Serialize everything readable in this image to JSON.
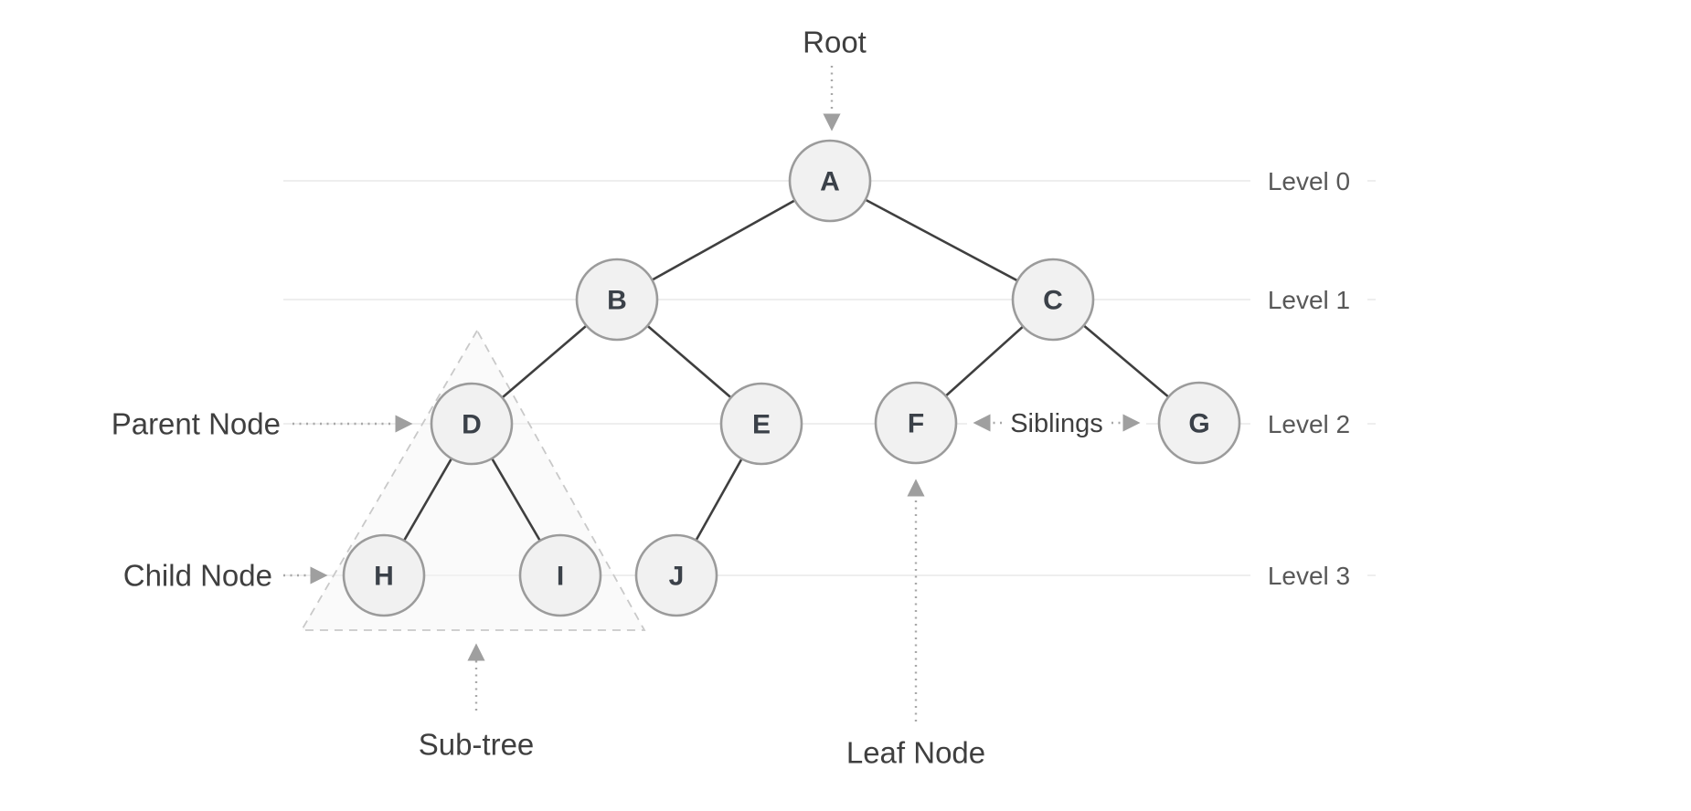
{
  "nodes": [
    {
      "id": "A",
      "label": "A",
      "level": 0
    },
    {
      "id": "B",
      "label": "B",
      "level": 1
    },
    {
      "id": "C",
      "label": "C",
      "level": 1
    },
    {
      "id": "D",
      "label": "D",
      "level": 2
    },
    {
      "id": "E",
      "label": "E",
      "level": 2
    },
    {
      "id": "F",
      "label": "F",
      "level": 2
    },
    {
      "id": "G",
      "label": "G",
      "level": 2
    },
    {
      "id": "H",
      "label": "H",
      "level": 3
    },
    {
      "id": "I",
      "label": "I",
      "level": 3
    },
    {
      "id": "J",
      "label": "J",
      "level": 3
    }
  ],
  "edges": [
    [
      "A",
      "B"
    ],
    [
      "A",
      "C"
    ],
    [
      "B",
      "D"
    ],
    [
      "B",
      "E"
    ],
    [
      "C",
      "F"
    ],
    [
      "C",
      "G"
    ],
    [
      "D",
      "H"
    ],
    [
      "D",
      "I"
    ],
    [
      "E",
      "J"
    ]
  ],
  "levels": [
    {
      "label": "Level 0"
    },
    {
      "label": "Level 1"
    },
    {
      "label": "Level 2"
    },
    {
      "label": "Level 3"
    }
  ],
  "annotations": {
    "root": {
      "label": "Root",
      "points_to": "A"
    },
    "parent_node": {
      "label": "Parent Node",
      "points_to": "D"
    },
    "child_node": {
      "label": "Child Node",
      "points_to": "H"
    },
    "siblings": {
      "label": "Siblings",
      "points_to": "F,G"
    },
    "subtree": {
      "label": "Sub-tree",
      "points_to": "D,H,I"
    },
    "leaf_node": {
      "label": "Leaf Node",
      "points_to": "F"
    }
  },
  "colors": {
    "background": "#ffffff",
    "node_fill": "#f1f1f1",
    "node_border": "#9b9b9b",
    "node_text": "#3b4149",
    "edge": "#3f3f3f",
    "annotation_arrow": "#a8a8a8",
    "annotation_text": "#3f3f3f",
    "subtree_outline": "#c9c9c9",
    "level_line": "#e9e9e9",
    "level_text": "#585858"
  }
}
